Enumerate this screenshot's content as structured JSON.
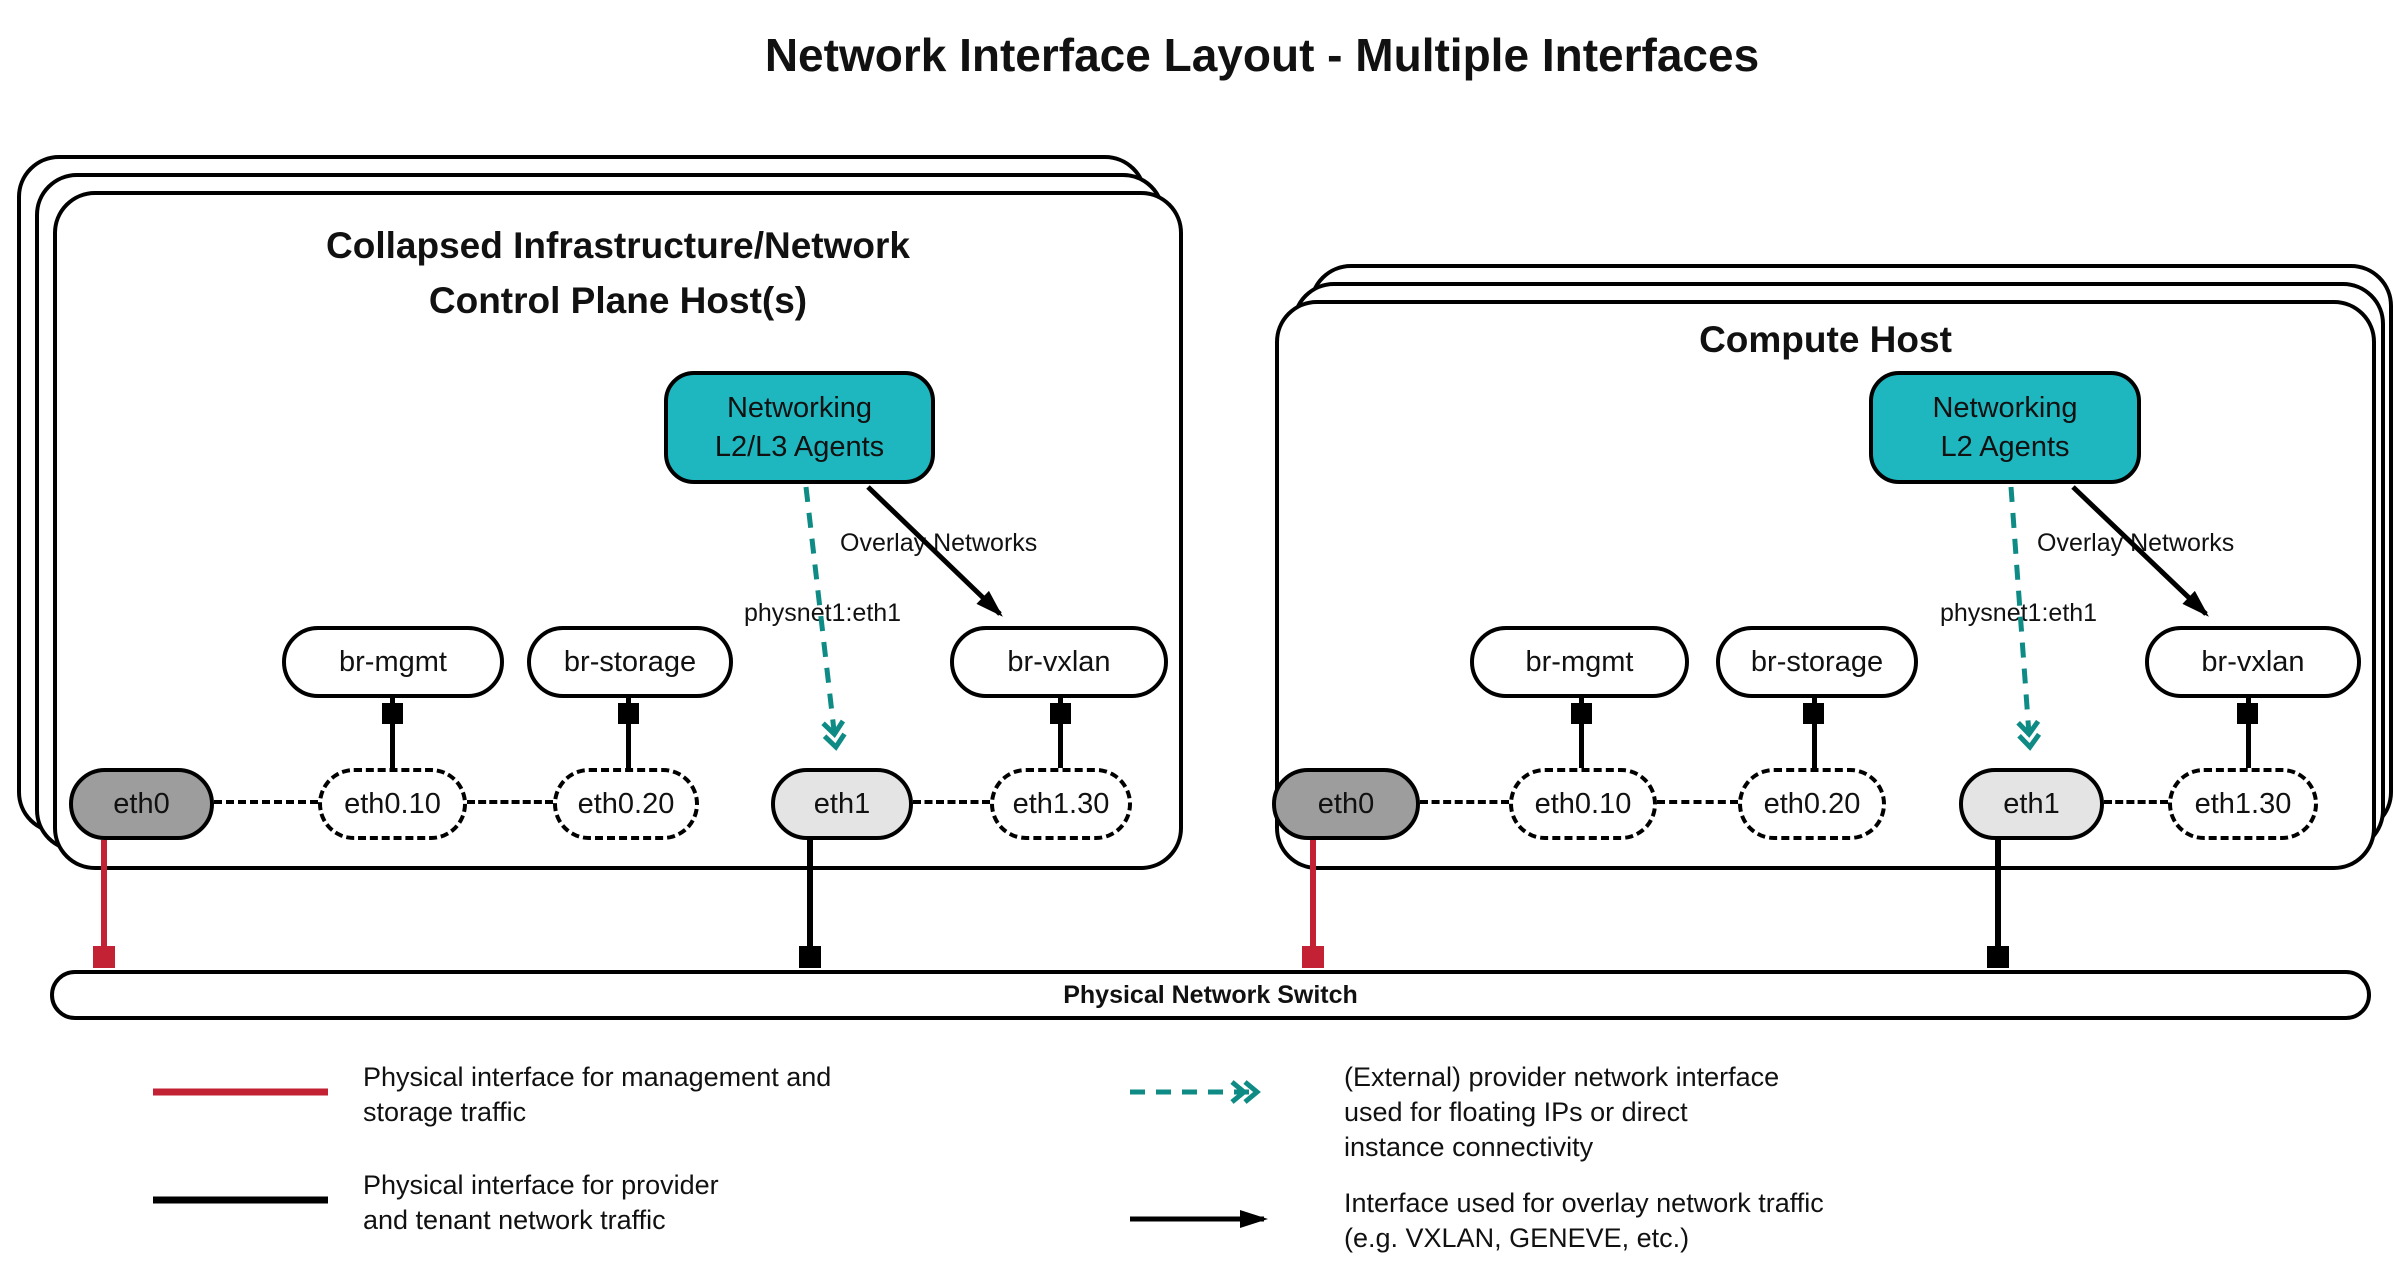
{
  "title": "Network Interface Layout - Multiple Interfaces",
  "colors": {
    "teal-fill": "#1fb7bf",
    "teal-arrow": "#0f8b85",
    "red": "#c32134",
    "eth-dark": "#9d9d9d",
    "eth-light": "#e4e4e4"
  },
  "hosts": [
    {
      "title_lines": [
        "Collapsed Infrastructure/Network",
        "Control Plane Host(s)"
      ],
      "agent_lines": [
        "Networking",
        "L2/L3 Agents"
      ],
      "overlay_label": "Overlay Networks",
      "physnet_label": "physnet1:eth1",
      "bridges": [
        "br-mgmt",
        "br-storage",
        "br-vxlan"
      ],
      "interfaces": [
        "eth0",
        "eth0.10",
        "eth0.20",
        "eth1",
        "eth1.30"
      ]
    },
    {
      "title_lines": [
        "Compute Host"
      ],
      "agent_lines": [
        "Networking",
        "L2 Agents"
      ],
      "overlay_label": "Overlay Networks",
      "physnet_label": "physnet1:eth1",
      "bridges": [
        "br-mgmt",
        "br-storage",
        "br-vxlan"
      ],
      "interfaces": [
        "eth0",
        "eth0.10",
        "eth0.20",
        "eth1",
        "eth1.30"
      ]
    }
  ],
  "switch_label": "Physical Network Switch",
  "legend": [
    {
      "symbol": "red-solid-line",
      "lines": [
        "Physical interface for management and",
        "storage traffic"
      ]
    },
    {
      "symbol": "black-solid-line",
      "lines": [
        "Physical interface for provider",
        "and tenant network traffic"
      ]
    },
    {
      "symbol": "teal-dashed-arrow",
      "lines": [
        "(External) provider network interface",
        "used for floating IPs or direct",
        "instance connectivity"
      ]
    },
    {
      "symbol": "black-arrow",
      "lines": [
        "Interface used for overlay network traffic",
        "(e.g. VXLAN, GENEVE, etc.)"
      ]
    }
  ]
}
